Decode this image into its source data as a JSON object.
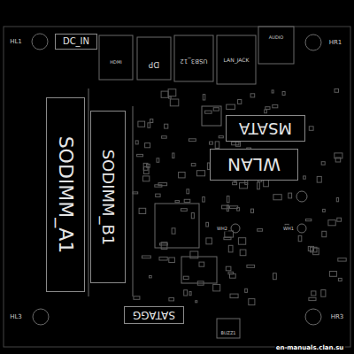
{
  "diagram": {
    "nodes": [
      {
        "text": [
          "DC_IN"
        ]
      },
      {
        "text": [
          "SODIMM_A1"
        ]
      },
      {
        "text": [
          "SODIMM_B1"
        ]
      },
      {
        "text": [
          "MSATA"
        ]
      },
      {
        "text": [
          "WLAN"
        ]
      },
      {
        "text": [
          "SATAGG"
        ]
      }
    ],
    "labels": [
      "HL1",
      "HDMI",
      "DP",
      "USB3_12",
      "LAN_JACK",
      "AUDIO",
      "HR1",
      "WH2",
      "WH1",
      "HL3",
      "BUZZ1",
      "HR3",
      "en-manuals.clan.su"
    ]
  }
}
